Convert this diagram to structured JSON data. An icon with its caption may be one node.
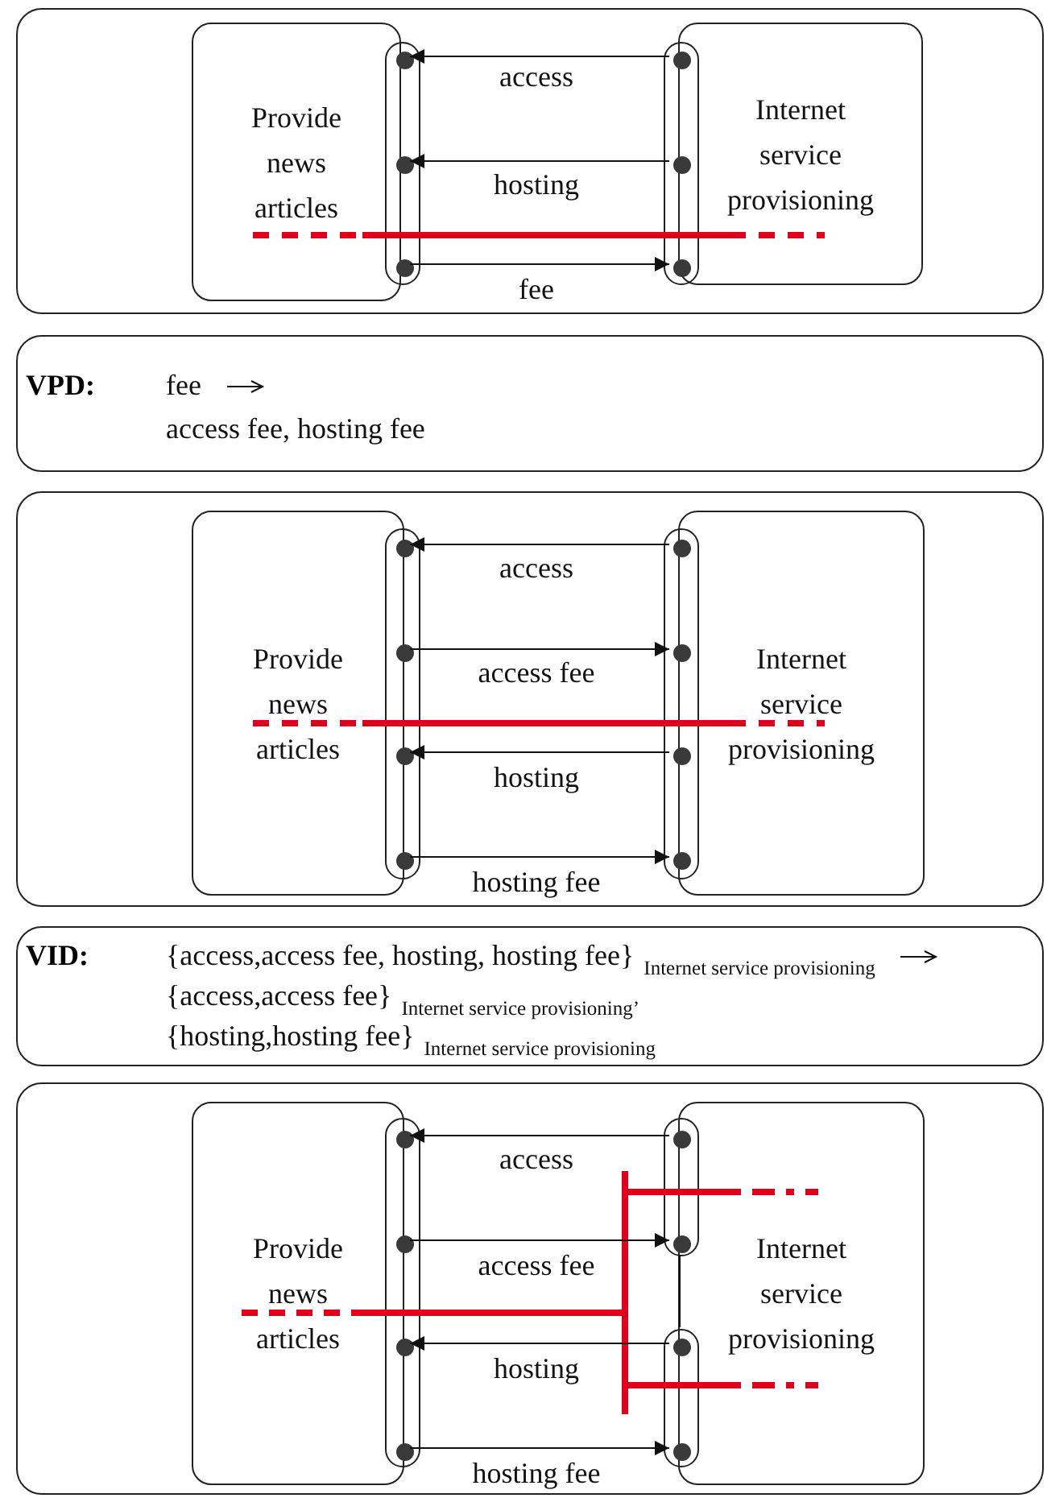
{
  "diagram": {
    "nodes": [
      {
        "text": [],
        "shape": "box"
      },
      {
        "text": [
          "Provide news articles"
        ],
        "in": 0
      },
      {
        "text": [
          "Internet service provisioning"
        ],
        "in": 0
      },
      {
        "text": [],
        "shape": "box",
        "in": 0
      },
      {
        "text": [],
        "shape": "box",
        "in": 0
      },
      {
        "text": [],
        "shape": "circle",
        "in": 3
      },
      {
        "text": [],
        "shape": "circle",
        "in": 3
      },
      {
        "text": [],
        "shape": "circle",
        "in": 3
      },
      {
        "text": [],
        "shape": "circle",
        "in": 4
      },
      {
        "text": [],
        "shape": "circle",
        "in": 4
      },
      {
        "text": [],
        "shape": "circle",
        "in": 4
      },
      {
        "text": [
          "VPD:",
          "fee",
          "access fee, hosting fee"
        ]
      },
      {
        "text": [],
        "shape": "box"
      },
      {
        "text": [
          "Provide news articles"
        ],
        "in": 12
      },
      {
        "text": [
          "Internet service provisioning"
        ],
        "in": 12
      },
      {
        "text": [],
        "shape": "box",
        "in": 12
      },
      {
        "text": [],
        "shape": "box",
        "in": 12
      },
      {
        "text": [],
        "shape": "circle",
        "in": 15
      },
      {
        "text": [],
        "shape": "circle",
        "in": 15
      },
      {
        "text": [],
        "shape": "circle",
        "in": 15
      },
      {
        "text": [],
        "shape": "circle",
        "in": 15
      },
      {
        "text": [],
        "shape": "circle",
        "in": 16
      },
      {
        "text": [],
        "shape": "circle",
        "in": 16
      },
      {
        "text": [],
        "shape": "circle",
        "in": 16
      },
      {
        "text": [],
        "shape": "circle",
        "in": 16
      },
      {
        "text": [
          "VID:",
          "{access,access fee, hosting, hosting fee}$_{Internet service provisioning}$",
          "{access,access fee}$_{Internet service provisioning’}$",
          "{hosting,hosting fee}$_{Internet service provisioning}$"
        ]
      },
      {
        "text": [],
        "shape": "box"
      },
      {
        "text": [
          "Provide news articles"
        ],
        "in": 26
      },
      {
        "text": [
          "Internet service provisioning"
        ],
        "in": 26
      },
      {
        "text": [],
        "shape": "box",
        "in": 26
      },
      {
        "text": [],
        "shape": "box",
        "in": 26
      },
      {
        "text": [],
        "shape": "box",
        "in": 26
      },
      {
        "text": [],
        "shape": "circle",
        "in": 29
      },
      {
        "text": [],
        "shape": "circle",
        "in": 29
      },
      {
        "text": [],
        "shape": "circle",
        "in": 29
      },
      {
        "text": [],
        "shape": "circle",
        "in": 29
      },
      {
        "text": [],
        "shape": "circle",
        "in": 30
      },
      {
        "text": [],
        "shape": "circle",
        "in": 30
      },
      {
        "text": [],
        "shape": "circle",
        "in": 31
      },
      {
        "text": [],
        "shape": "circle",
        "in": 31
      }
    ],
    "edges": [
      {
        "from": 8,
        "to": 5,
        "arrow": "to",
        "label": "access"
      },
      {
        "from": 9,
        "to": 6,
        "arrow": "to",
        "label": "hosting"
      },
      {
        "from": 7,
        "to": 10,
        "arrow": "to",
        "label": "fee"
      },
      {
        "from": 21,
        "to": 17,
        "arrow": "to",
        "label": "access"
      },
      {
        "from": 18,
        "to": 22,
        "arrow": "to",
        "label": "access fee"
      },
      {
        "from": 23,
        "to": 19,
        "arrow": "to",
        "label": "hosting"
      },
      {
        "from": 20,
        "to": 24,
        "arrow": "to",
        "label": "hosting fee"
      },
      {
        "from": 36,
        "to": 32,
        "arrow": "to",
        "label": "access"
      },
      {
        "from": 33,
        "to": 37,
        "arrow": "to",
        "label": "access fee"
      },
      {
        "from": 38,
        "to": 34,
        "arrow": "to",
        "label": "hosting"
      },
      {
        "from": 35,
        "to": 39,
        "arrow": "to",
        "label": "hosting fee"
      },
      {
        "from": 30,
        "to": 31,
        "arrow": "none"
      }
    ]
  }
}
